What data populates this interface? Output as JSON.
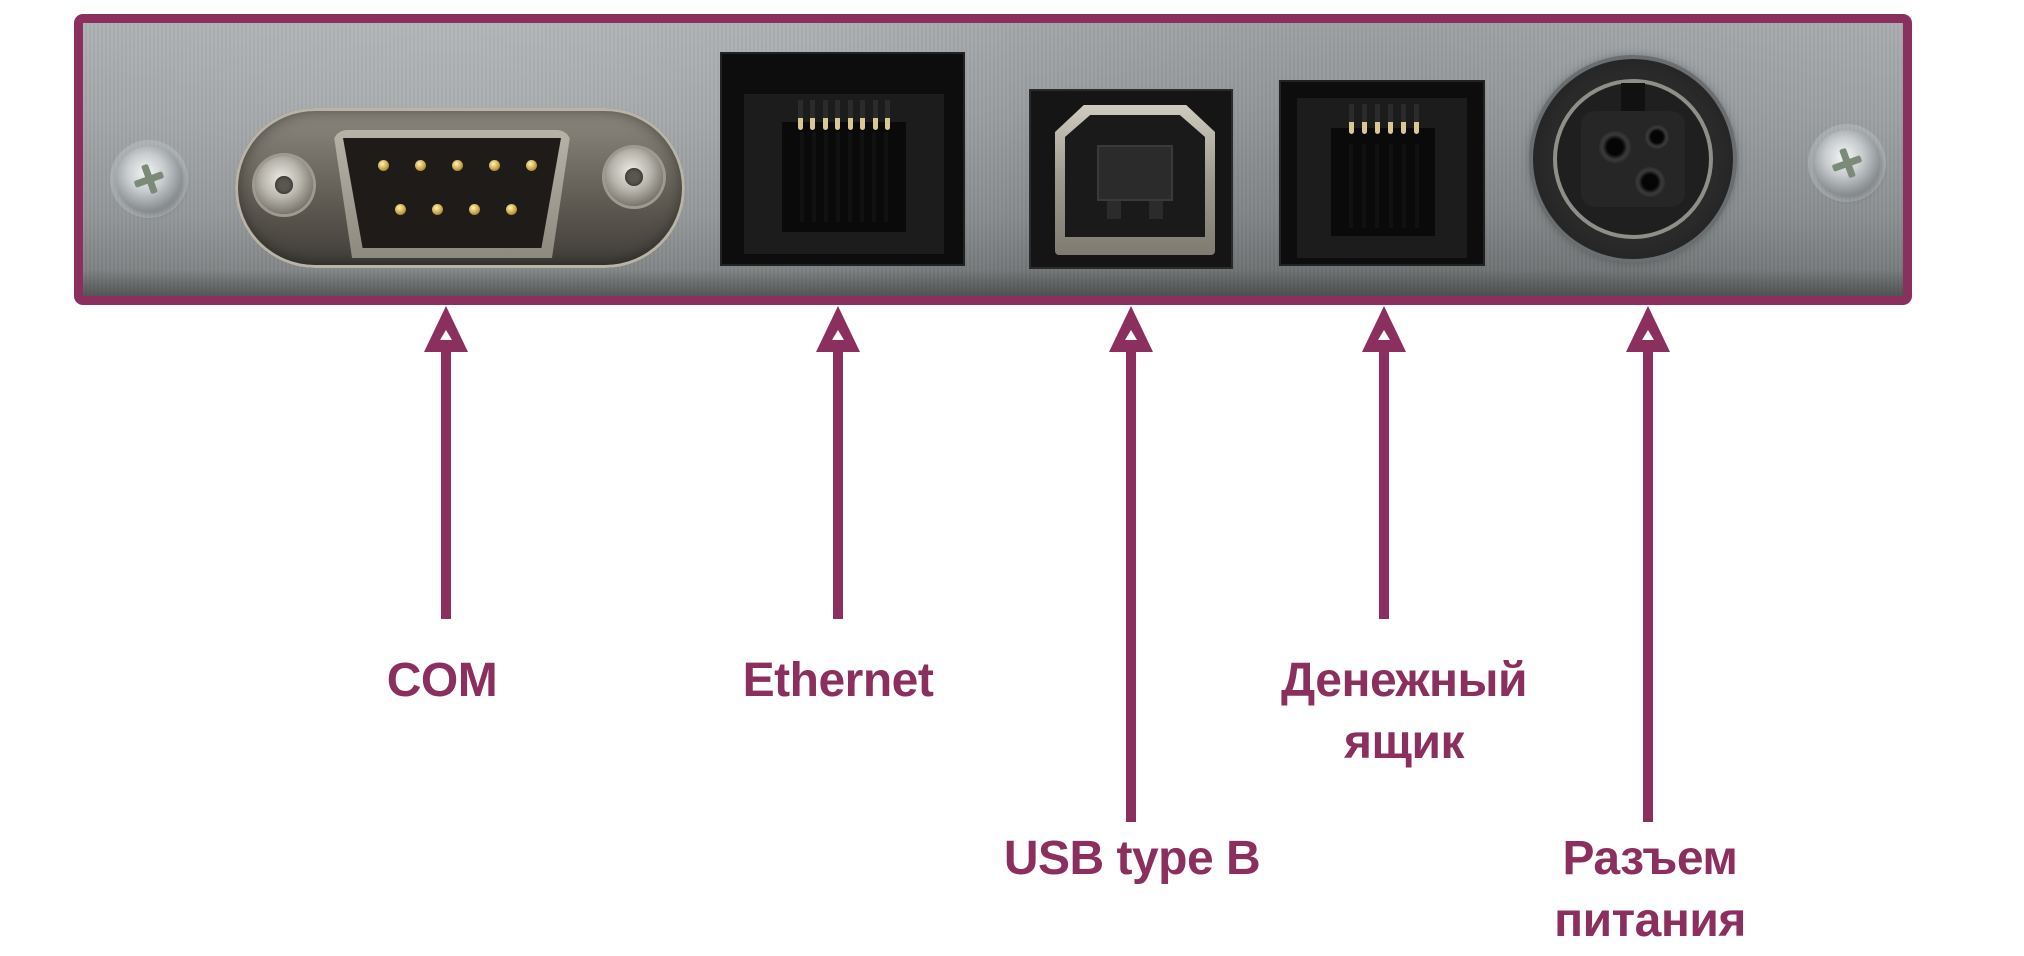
{
  "figure": {
    "accent_color": "#8B2F5E",
    "subject": "Rear connector panel of a receipt printer",
    "ports": [
      {
        "id": "com",
        "label_lines": [
          "COM"
        ],
        "icon": "db9-serial-port"
      },
      {
        "id": "ethernet",
        "label_lines": [
          "Ethernet"
        ],
        "icon": "rj45-port"
      },
      {
        "id": "usb",
        "label_lines": [
          "USB type B"
        ],
        "icon": "usb-b-port"
      },
      {
        "id": "cash-drawer",
        "label_lines": [
          "Денежный",
          "ящик"
        ],
        "icon": "rj11-port"
      },
      {
        "id": "power",
        "label_lines": [
          "Разъем",
          "питания"
        ],
        "icon": "din-power-port"
      }
    ]
  }
}
